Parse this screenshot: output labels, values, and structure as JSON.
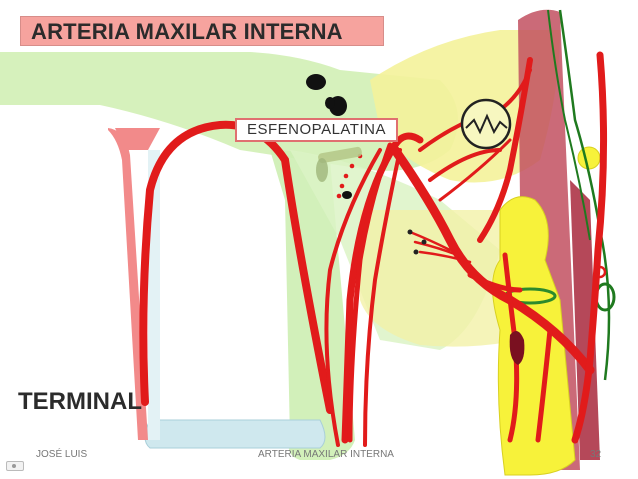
{
  "slide": {
    "title": "ARTERIA MAXILAR INTERNA",
    "labels": {
      "esfenopalatina": "ESFENOPALATINA",
      "terminal": "TERMINAL"
    },
    "footer": {
      "author": "JOSÉ LUIS",
      "center": "ARTERIA MAXILAR INTERNA",
      "page": "32"
    }
  },
  "colors": {
    "artery_red": "#e11b1b",
    "artery_pink": "#f28a8a",
    "light_green": "#d4f0b8",
    "pale_yellow": "#f4f29a",
    "bright_yellow": "#f7f23a",
    "dark_red": "#a8283c",
    "nerve_green": "#1f7a1f",
    "pale_blue": "#cfe8ee"
  }
}
